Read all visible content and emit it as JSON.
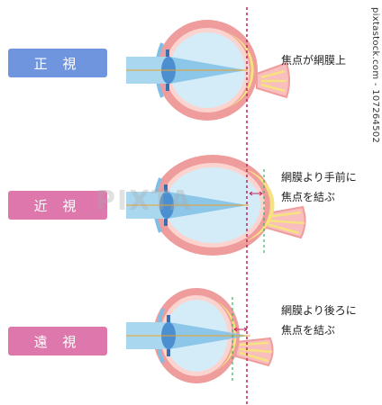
{
  "sections": [
    {
      "label": "正 視",
      "note_lines": [
        "焦点が網膜上"
      ],
      "color": "#6f95de"
    },
    {
      "label": "近 視",
      "note_lines": [
        "網膜より手前に",
        "焦点を結ぶ"
      ],
      "color": "#de77ac"
    },
    {
      "label": "遠 視",
      "note_lines": [
        "網膜より後ろに",
        "焦点を結ぶ"
      ],
      "color": "#de77ac"
    }
  ],
  "watermark": {
    "side": "pixtastock.com - 107264502",
    "center": "PIXTA"
  },
  "colors": {
    "sclera": "#ef9c9c",
    "sclera_inner": "#fbd3cf",
    "vitreous": "#d4ecf8",
    "lens": "#7fbfe6",
    "beam": "#a9d7ef",
    "retina": "#f6e27f",
    "nerve": "#f9bfbf",
    "focus_line": "#c0245d",
    "axis": "#f0a020",
    "marker": "#3db060"
  }
}
